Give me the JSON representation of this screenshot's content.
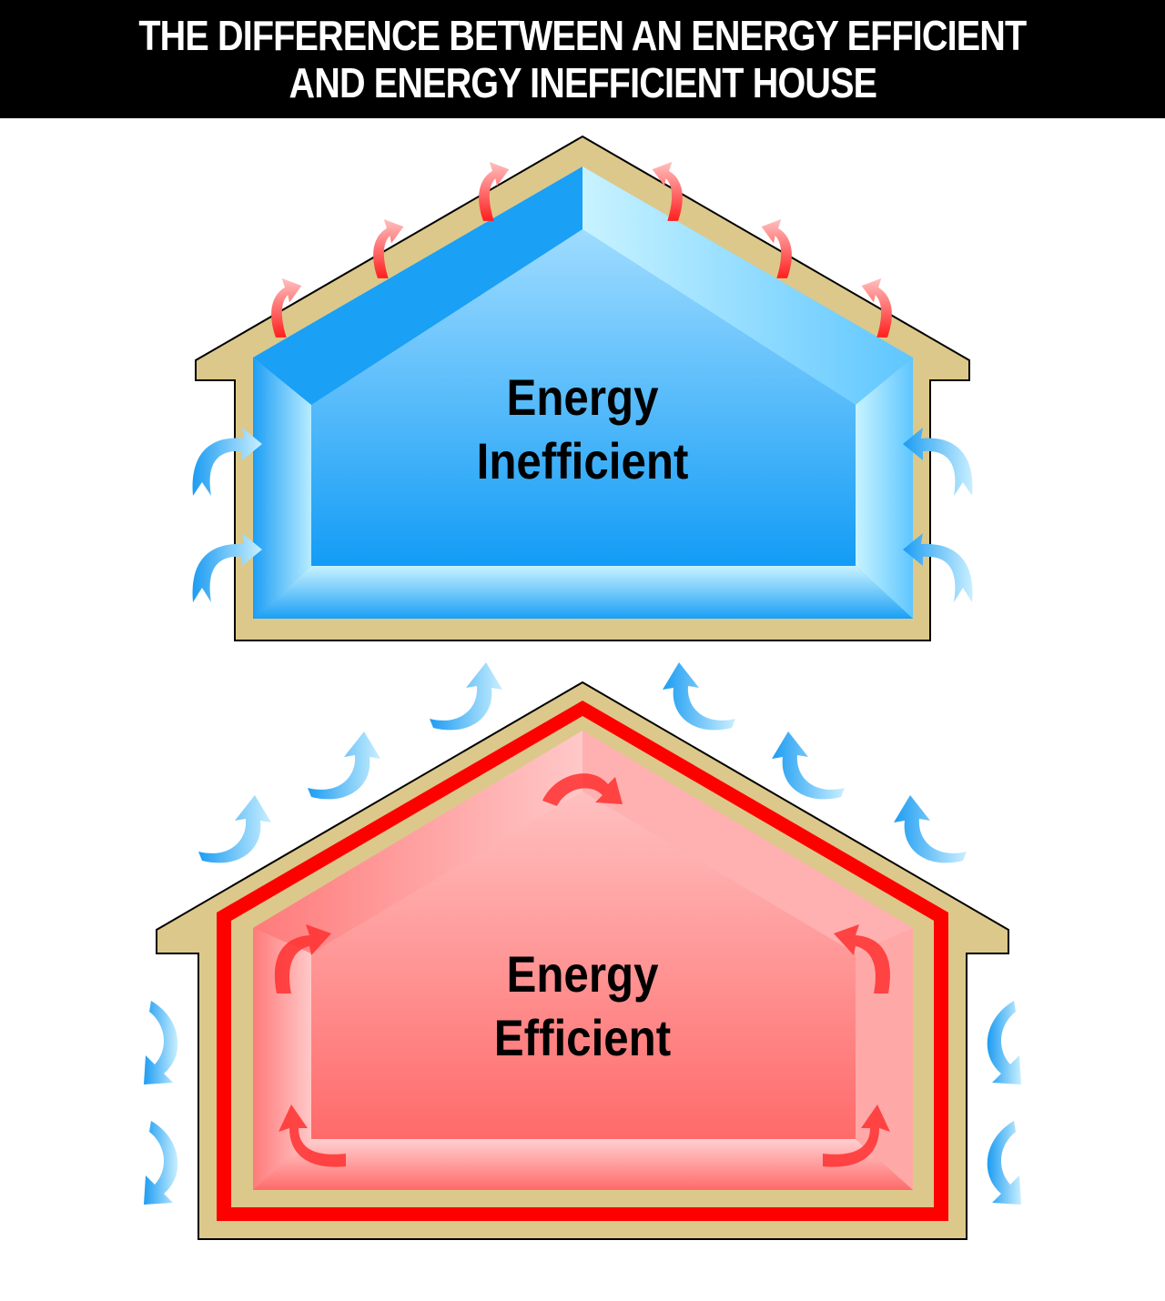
{
  "title": {
    "line1": "THE DIFFERENCE BETWEEN AN ENERGY EFFICIENT",
    "line2": "AND ENERGY INEFFICIENT HOUSE"
  },
  "houses": [
    {
      "id": "inefficient",
      "label_line1": "Energy",
      "label_line2": "Inefficient",
      "interior_color": "#1aa0f5",
      "wall_color": "#dcc88a",
      "arrows_out": "heat-escaping-through-roof",
      "arrows_in": "cold-air-entering-walls"
    },
    {
      "id": "efficient",
      "label_line1": "Energy",
      "label_line2": "Efficient",
      "interior_color": "#ff7a7a",
      "wall_color": "#dcc88a",
      "insulation_color": "#ff0000",
      "arrows_internal": "heat-circulating-inside",
      "arrows_out": "cold-air-deflected"
    }
  ],
  "colors": {
    "background": "#ffffff",
    "title_bg": "#000000",
    "title_text": "#ffffff",
    "heat_arrow": "#ff3b3b",
    "cold_arrow": "#3aa8f0",
    "outline": "#000000"
  }
}
